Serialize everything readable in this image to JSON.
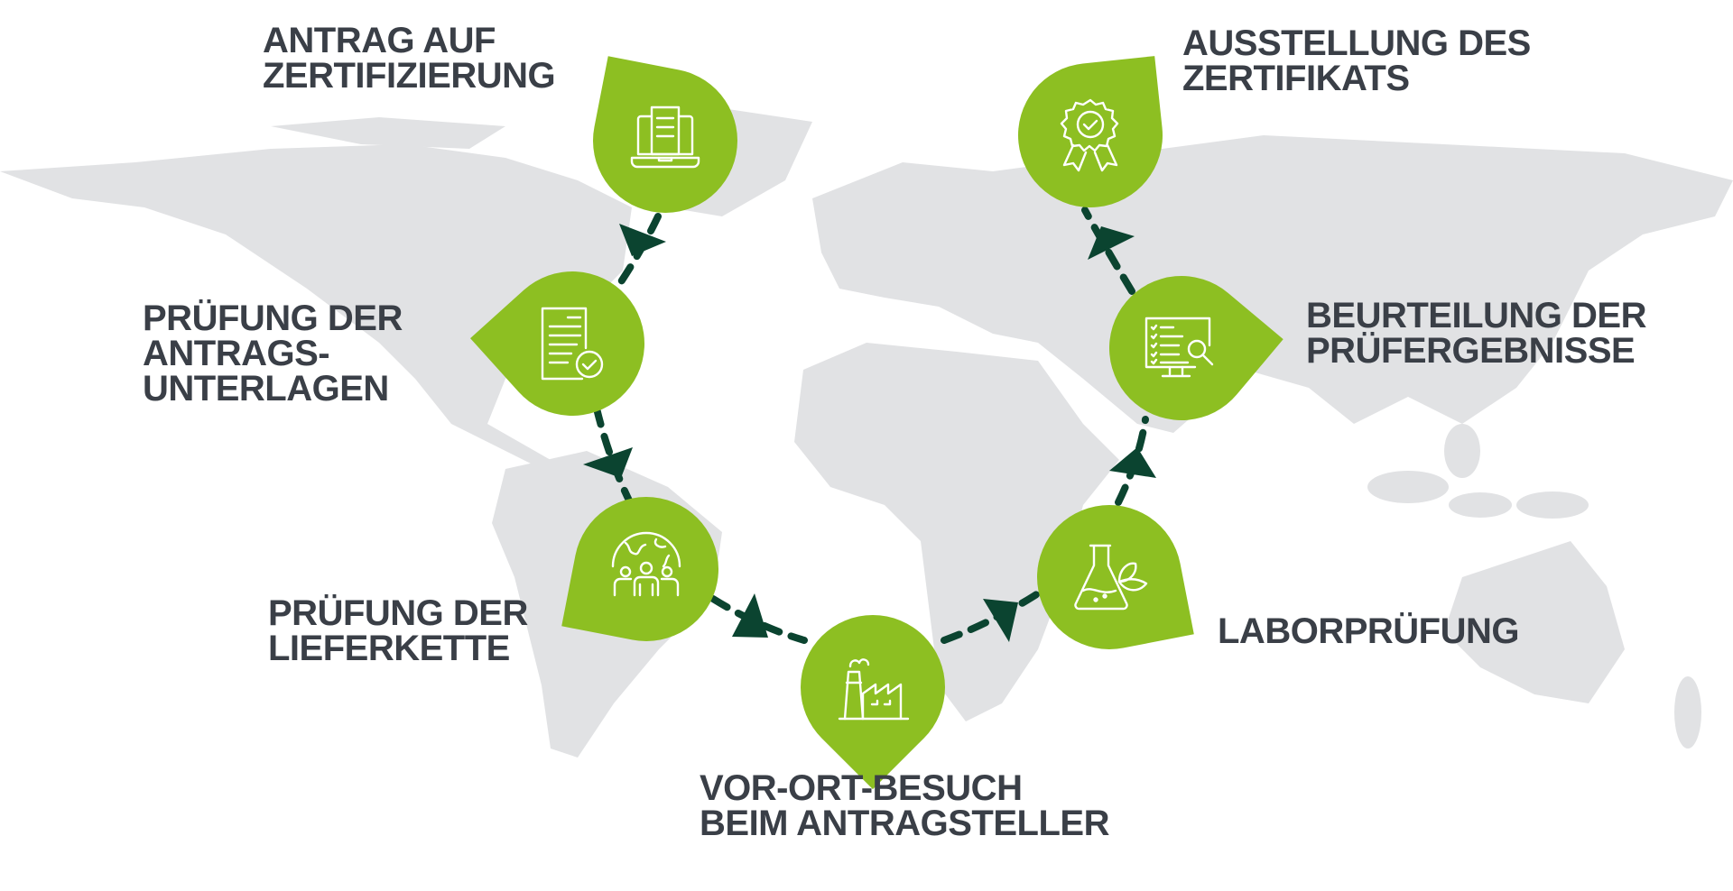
{
  "colors": {
    "leaf": "#8dbf22",
    "arrow": "#0b4430",
    "map": "#e1e2e4",
    "text": "#3a3f47"
  },
  "steps": [
    {
      "lines": [
        "Antrag auf",
        "Zertifizierung"
      ],
      "icon": "laptop-document-icon"
    },
    {
      "lines": [
        "Prüfung der",
        "Antrags-",
        "unterlagen"
      ],
      "icon": "document-check-icon"
    },
    {
      "lines": [
        "Prüfung der",
        "Lieferkette"
      ],
      "icon": "globe-people-icon"
    },
    {
      "lines": [
        "Vor-Ort-Besuch",
        "beim Antragsteller"
      ],
      "icon": "factory-icon"
    },
    {
      "lines": [
        "Laborprüfung"
      ],
      "icon": "flask-leaf-icon"
    },
    {
      "lines": [
        "Beurteilung der",
        "Prüfergebnisse"
      ],
      "icon": "monitor-checklist-search-icon"
    },
    {
      "lines": [
        "Ausstellung des",
        "Zertifikats"
      ],
      "icon": "certificate-badge-icon"
    }
  ]
}
